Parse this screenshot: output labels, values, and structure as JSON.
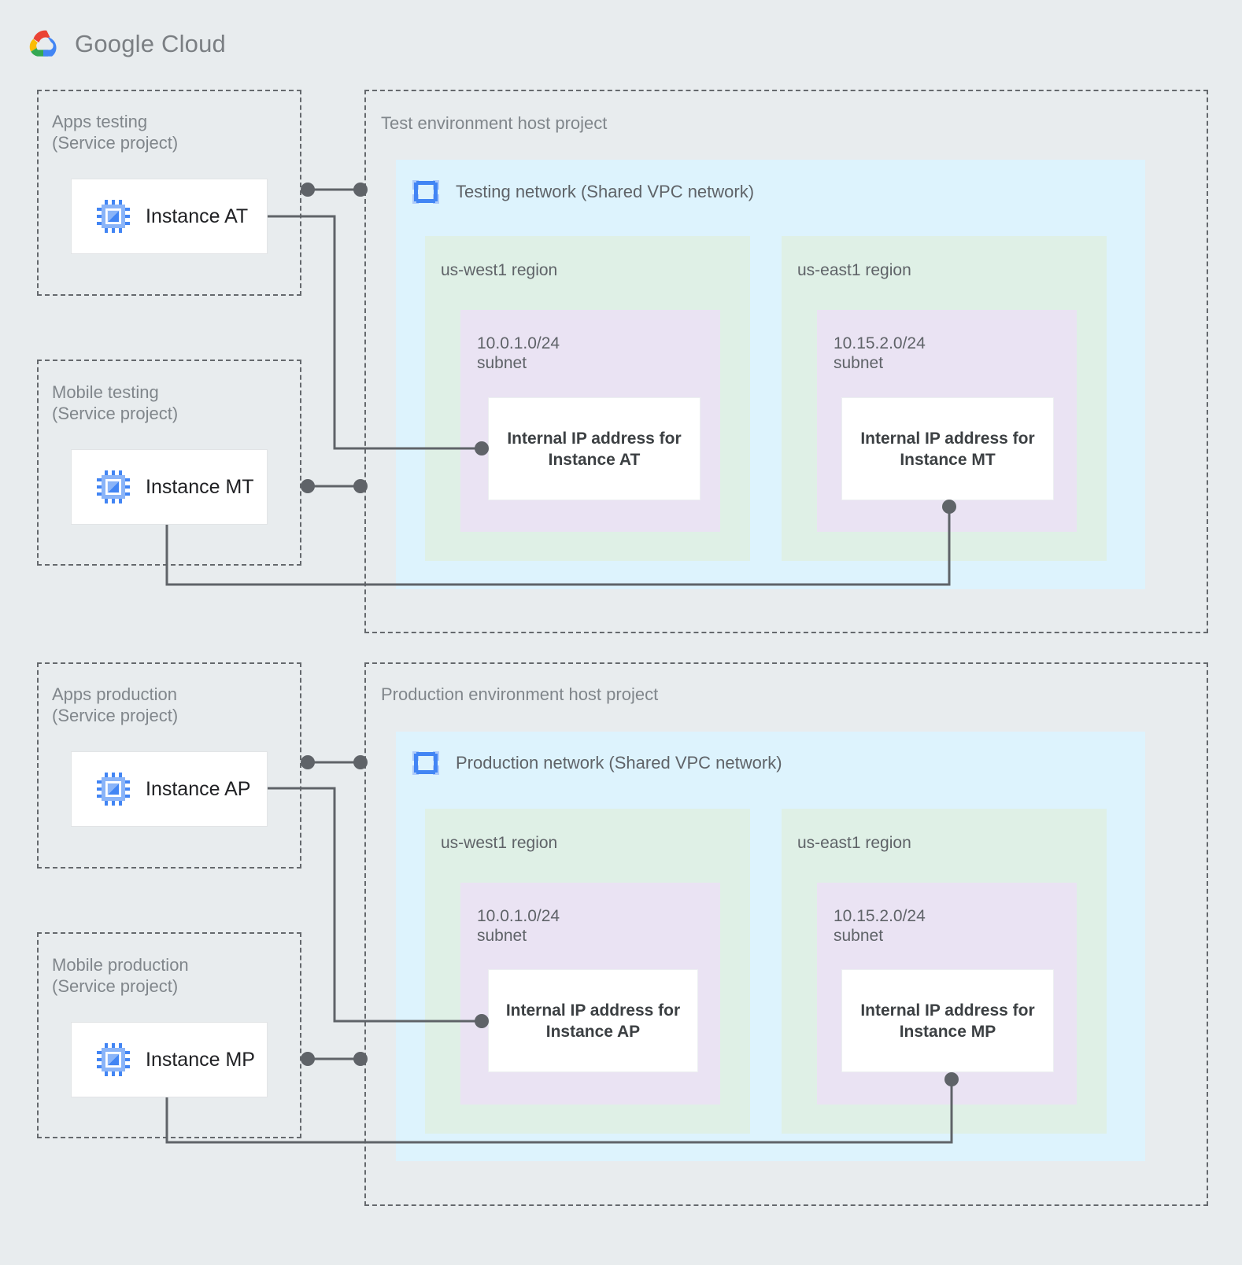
{
  "brand": {
    "name_part1": "Google",
    "name_part2": "Cloud",
    "logo_icon": "google-cloud-logo-icon",
    "colors": {
      "red": "#ea4335",
      "blue": "#4285f4",
      "yellow": "#fbbc04",
      "green": "#34a853",
      "background": "#e8ecee",
      "network": "#ddf3fd",
      "region": "#dff0e6",
      "subnet": "#eae3f3",
      "card": "#ffffff",
      "stroke": "#5f6368",
      "label_text": "#80868b"
    }
  },
  "service_projects": [
    {
      "title": "Apps testing\n(Service project)",
      "instance": {
        "label": "Instance AT",
        "icon": "vm-chip-icon"
      }
    },
    {
      "title": "Mobile testing\n(Service project)",
      "instance": {
        "label": "Instance MT",
        "icon": "vm-chip-icon"
      }
    },
    {
      "title": "Apps production\n(Service project)",
      "instance": {
        "label": "Instance AP",
        "icon": "vm-chip-icon"
      }
    },
    {
      "title": "Mobile production\n(Service project)",
      "instance": {
        "label": "Instance MP",
        "icon": "vm-chip-icon"
      }
    }
  ],
  "host_projects": [
    {
      "title": "Test environment host project",
      "network": {
        "title": "Testing network (Shared VPC network)",
        "icon": "vpc-network-icon",
        "regions": [
          {
            "title": "us-west1 region",
            "subnet": {
              "title": "10.0.1.0/24\nsubnet",
              "ip_card": "Internal IP address for\nInstance AT"
            }
          },
          {
            "title": "us-east1 region",
            "subnet": {
              "title": "10.15.2.0/24\nsubnet",
              "ip_card": "Internal IP address for\nInstance MT"
            }
          }
        ]
      }
    },
    {
      "title": "Production environment host project",
      "network": {
        "title": "Production network (Shared VPC network)",
        "icon": "vpc-network-icon",
        "regions": [
          {
            "title": "us-west1 region",
            "subnet": {
              "title": "10.0.1.0/24\nsubnet",
              "ip_card": "Internal IP address for\nInstance AP"
            }
          },
          {
            "title": "us-east1 region",
            "subnet": {
              "title": "10.15.2.0/24\nsubnet",
              "ip_card": "Internal IP address for\nInstance MP"
            }
          }
        ]
      }
    }
  ]
}
